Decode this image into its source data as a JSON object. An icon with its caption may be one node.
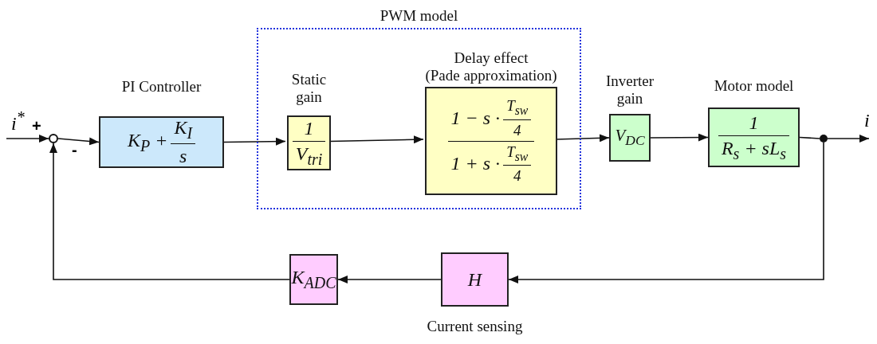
{
  "diagram": {
    "nodes": [
      {
        "text": [],
        "shape": "circle"
      },
      {
        "text": [
          "PI Controller",
          "K$_{P}$ +",
          "K$_{I}$",
          "s"
        ]
      },
      {
        "text": [
          "PWM model"
        ]
      },
      {
        "text": [
          "Static gain",
          "1",
          "V$_{tri}$"
        ],
        "in": 2
      },
      {
        "text": [
          "Delay effect",
          "(Pade approximation)",
          "1 − s ·",
          "T$_{sw}$",
          "4",
          "1 + s ·",
          "T$_{sw}$",
          "4"
        ],
        "in": 2
      },
      {
        "text": [
          "Inverter gain",
          "V$_{DC}$"
        ]
      },
      {
        "text": [
          "Motor model",
          "1",
          "R$_{s}$ + sL$_{s}$"
        ]
      },
      {
        "text": [],
        "shape": "dot"
      },
      {
        "text": [
          "H"
        ],
        "beside": [
          "Current sensing"
        ]
      },
      {
        "text": [
          "K$_{ADC}$"
        ]
      }
    ],
    "edges": [
      {
        "from": null,
        "to": 0,
        "arrow": "to",
        "label": "i$^{*}$"
      },
      {
        "from": 0,
        "to": 1,
        "arrow": "to"
      },
      {
        "from": 1,
        "to": 3,
        "arrow": "to"
      },
      {
        "from": 3,
        "to": 4,
        "arrow": "to"
      },
      {
        "from": 4,
        "to": 5,
        "arrow": "to"
      },
      {
        "from": 5,
        "to": 6,
        "arrow": "to"
      },
      {
        "from": 6,
        "to": 7,
        "arrow": "none"
      },
      {
        "from": 7,
        "to": null,
        "arrow": "to",
        "label": "i"
      },
      {
        "from": 7,
        "to": 8,
        "arrow": "to"
      },
      {
        "from": 8,
        "to": 9,
        "arrow": "to"
      },
      {
        "from": 9,
        "to": 0,
        "arrow": "to"
      }
    ],
    "labels": [
      "+",
      "-"
    ]
  }
}
